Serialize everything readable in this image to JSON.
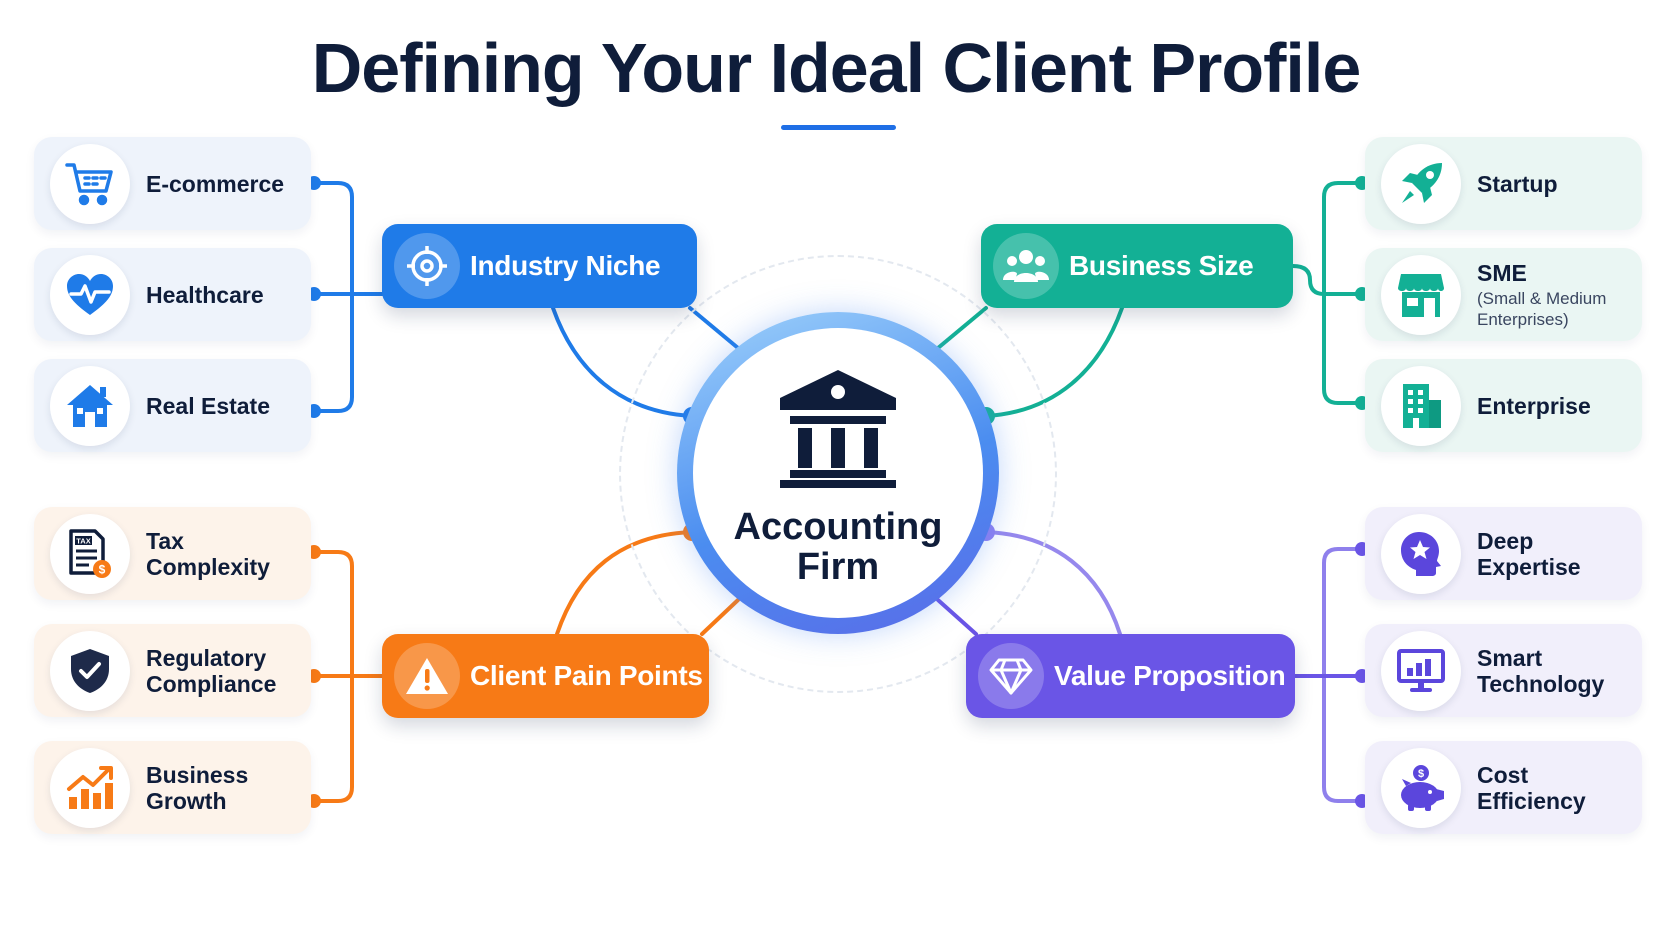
{
  "title": "Defining Your Ideal Client Profile",
  "hub": {
    "label": "Accounting Firm",
    "icon": "bank-building-icon"
  },
  "colors": {
    "blue": "#1f7be8",
    "teal": "#13b095",
    "orange": "#f77a16",
    "violet": "#6a55e6",
    "navy": "#0f1d3a"
  },
  "categories": {
    "industry_niche": {
      "label": "Industry Niche",
      "icon": "target-crosshair-icon",
      "items": [
        {
          "label": "E-commerce",
          "icon": "shopping-cart-icon"
        },
        {
          "label": "Healthcare",
          "icon": "heart-pulse-icon"
        },
        {
          "label": "Real Estate",
          "icon": "house-icon"
        }
      ]
    },
    "business_size": {
      "label": "Business Size",
      "icon": "people-group-icon",
      "items": [
        {
          "label": "Startup",
          "icon": "rocket-icon"
        },
        {
          "label": "SME",
          "sublabel": "(Small & Medium Enterprises)",
          "icon": "storefront-icon"
        },
        {
          "label": "Enterprise",
          "icon": "office-building-icon"
        }
      ]
    },
    "client_pain_points": {
      "label": "Client Pain Points",
      "icon": "warning-triangle-icon",
      "items": [
        {
          "label": "Tax Complexity",
          "icon": "tax-document-icon"
        },
        {
          "label": "Regulatory Compliance",
          "icon": "shield-check-icon"
        },
        {
          "label": "Business Growth",
          "icon": "growth-chart-icon"
        }
      ]
    },
    "value_proposition": {
      "label": "Value Proposition",
      "icon": "diamond-icon",
      "items": [
        {
          "label": "Deep Expertise",
          "icon": "head-star-icon"
        },
        {
          "label": "Smart Technology",
          "icon": "monitor-chart-icon"
        },
        {
          "label": "Cost Efficiency",
          "icon": "piggy-bank-icon"
        }
      ]
    }
  }
}
